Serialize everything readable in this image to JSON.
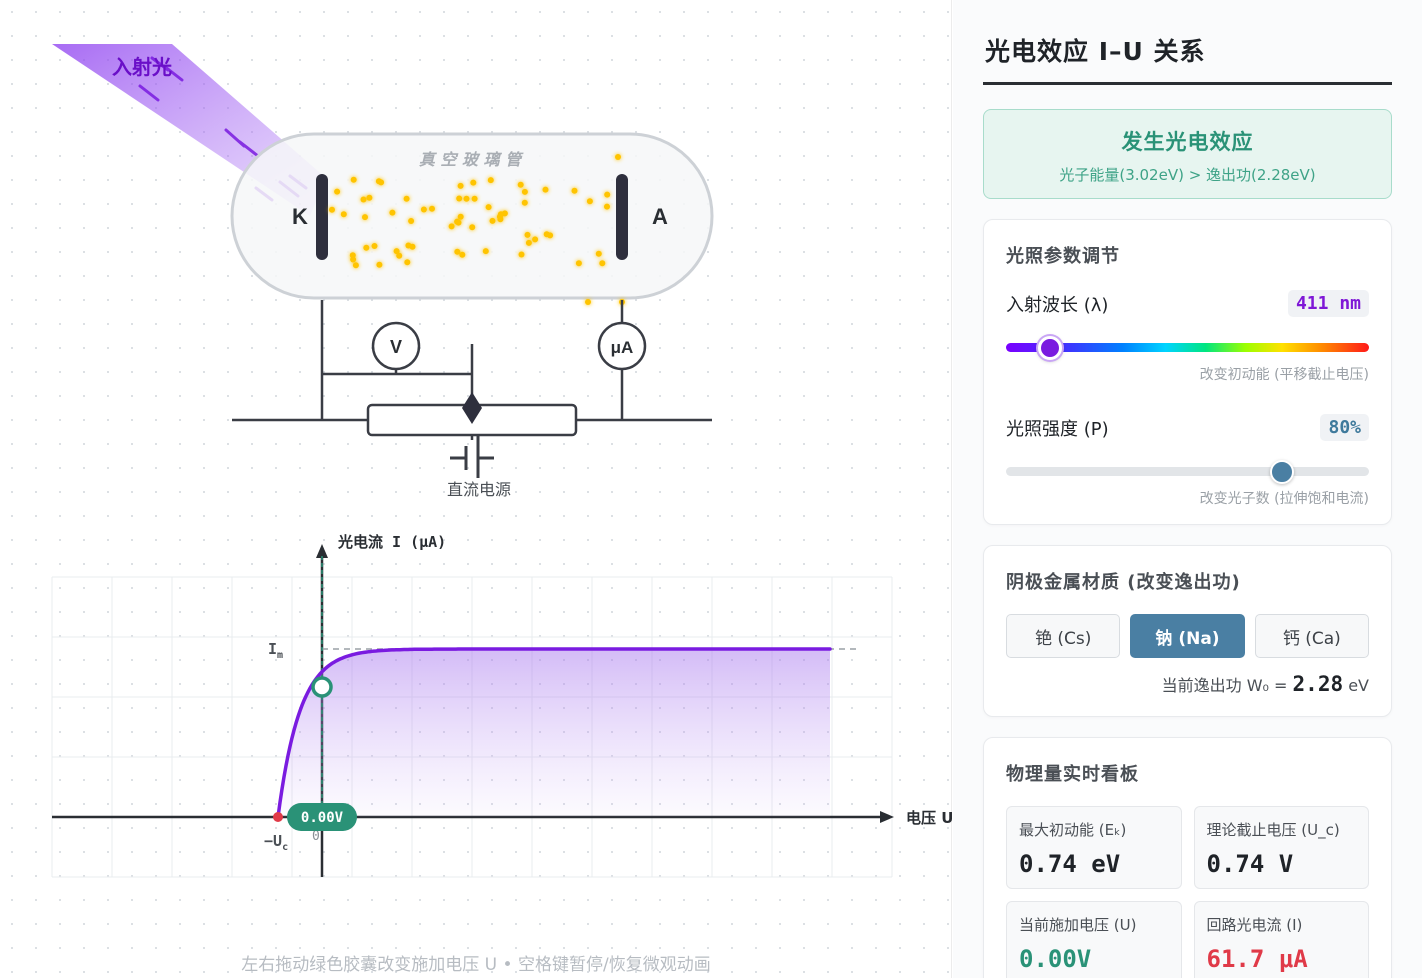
{
  "tube": {
    "light_label": "入射光",
    "glass_label": "真 空 玻 璃 管",
    "cathode_label": "K",
    "anode_label": "A",
    "voltmeter_label": "V",
    "ammeter_label": "μA",
    "source_label": "直流电源"
  },
  "graph": {
    "y_axis_label": "光电流 I (μA)",
    "x_axis_label": "电压 U",
    "im_label": "I",
    "im_sub": "m",
    "uc_label": "−U",
    "uc_sub": "c",
    "origin_label": "0",
    "voltage_capsule": "0.00V"
  },
  "hint": "左右拖动绿色胶囊改变施加电压 U • 空格键暂停/恢复微观动画",
  "panel": {
    "title": "光电效应 I–U 关系",
    "status": {
      "title": "发生光电效应",
      "subtitle": "光子能量(3.02eV) > 逸出功(2.28eV)"
    },
    "light_params": {
      "title": "光照参数调节",
      "wavelength_label": "入射波长 (λ)",
      "wavelength_value": "411 nm",
      "wavelength_fraction": 0.12,
      "wavelength_note": "改变初动能 (平移截止电压)",
      "intensity_label": "光照强度 (P)",
      "intensity_value": "80%",
      "intensity_fraction": 0.76,
      "intensity_note": "改变光子数 (拉伸饱和电流)"
    },
    "material": {
      "title": "阴极金属材质 (改变逸出功)",
      "options": [
        "铯 (Cs)",
        "钠 (Na)",
        "钙 (Ca)"
      ],
      "selected": "钠 (Na)",
      "work_function_prefix": "当前逸出功 W₀ =",
      "work_function_value": "2.28",
      "work_function_unit": "eV"
    },
    "dashboard": {
      "title": "物理量实时看板",
      "ek_label": "最大初动能 (Eₖ)",
      "ek_value": "0.74 eV",
      "uc_label": "理论截止电压 (U_c)",
      "uc_value": "0.74 V",
      "u_label": "当前施加电压 (U)",
      "u_value": "0.00V",
      "i_label": "回路光电流 (I)",
      "i_value": "61.7 μA"
    }
  },
  "colors": {
    "accent_purple": "#7a1be0",
    "accent_green": "#2a9277",
    "accent_blue": "#4a7fa3",
    "current_red": "#e03a48"
  }
}
